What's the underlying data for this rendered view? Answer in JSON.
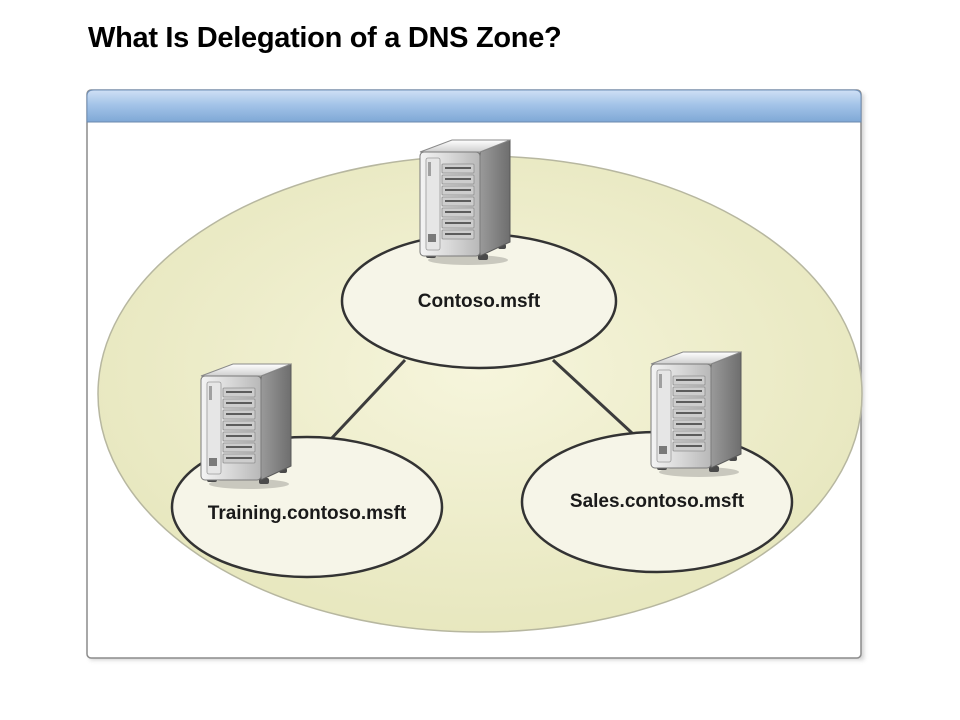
{
  "slide": {
    "title": "What Is Delegation of a DNS Zone?"
  },
  "diagram": {
    "zones": [
      {
        "id": "parent",
        "label": "Contoso.msft"
      },
      {
        "id": "training",
        "label": "Training.contoso.msft"
      },
      {
        "id": "sales",
        "label": "Sales.contoso.msft"
      }
    ],
    "links": [
      {
        "from": "parent",
        "to": "training"
      },
      {
        "from": "parent",
        "to": "sales"
      }
    ],
    "colors": {
      "panel_header": "#9ec0e6",
      "namespace_fill": "#eeeec9",
      "zone_fill": "#f6f5e8",
      "outline": "#3a3a3a"
    },
    "icons": [
      "server-icon",
      "server-icon",
      "server-icon"
    ]
  }
}
